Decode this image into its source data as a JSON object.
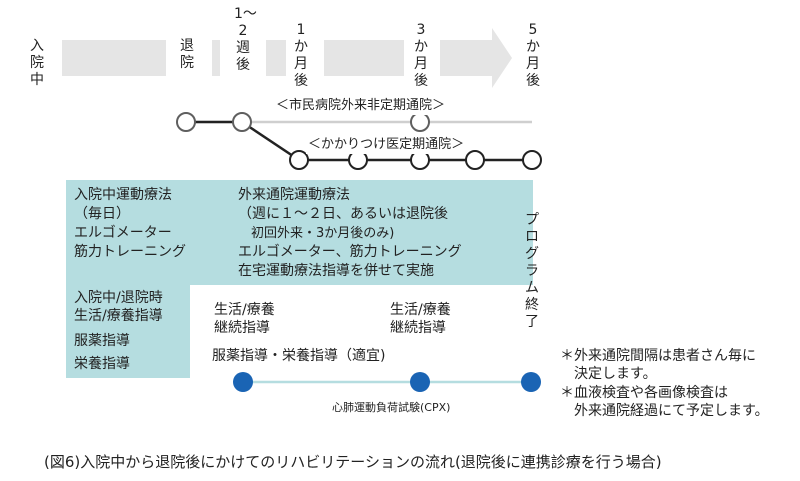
{
  "timeline": {
    "admission": "入院中",
    "discharge": "退院",
    "w1_2": "1〜2週後",
    "m1": "1か月後",
    "m3": "3か月後",
    "m5": "5か月後"
  },
  "tracks": {
    "city_hospital": "＜市民病院外来非定期通院＞",
    "family_doctor": "＜かかりつけ医定期通院＞"
  },
  "boxes": {
    "inpatient_exercise": [
      "入院中運動療法",
      "（毎日）",
      "エルゴメーター",
      "筋力トレーニング"
    ],
    "outpatient_exercise": [
      "外来通院運動療法",
      "（週に１〜２日、あるいは退院後",
      "　初回外来・3か月後のみ)",
      "エルゴメーター、筋力トレーニング",
      "在宅運動療法指導を併せて実施"
    ],
    "program_end": "プログラム終了",
    "inpatient_guidance": [
      "入院中/退院時",
      "生活/療養指導",
      "服薬指導",
      "栄養指導"
    ]
  },
  "guidance": {
    "lifestyle_a": [
      "生活/療養",
      "継続指導"
    ],
    "lifestyle_b": [
      "生活/療養",
      "継続指導"
    ],
    "medication": "服薬指導・栄養指導（適宜)"
  },
  "cpx_label": "心肺運動負荷試験(CPX)",
  "notes": [
    "＊外来通院間隔は患者さん毎に",
    "　決定します。",
    "＊血液検査や各画像検査は",
    "　外来通院経過にて予定します。"
  ],
  "caption": "(図6)入院中から退院後にかけてのリハビリテーションの流れ(退院後に連携診療を行う場合)",
  "colors": {
    "arrow": "#e5e5e5",
    "box": "#b5dde0",
    "cpx": "#1a64b4",
    "line": "#5f5f5f",
    "blue_line": "#b5dde0"
  }
}
